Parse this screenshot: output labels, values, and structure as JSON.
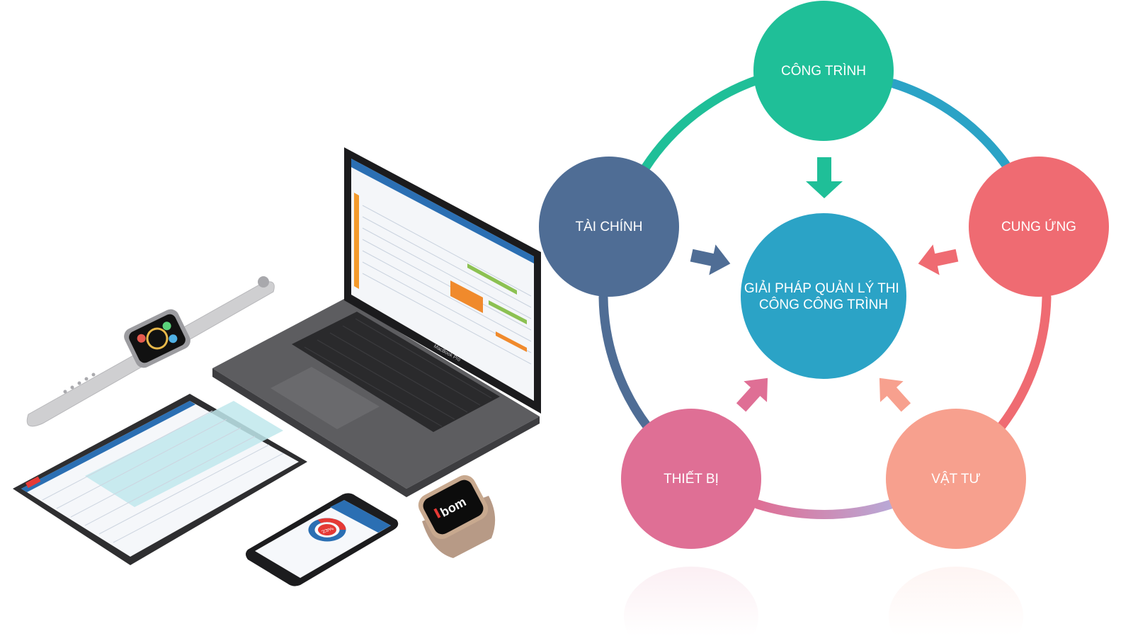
{
  "colors": {
    "cong_trinh": "#1fbf98",
    "tai_chinh": "#4f6d95",
    "cung_ung": "#ef6b72",
    "thiet_bi": "#df6f95",
    "vat_tu": "#f7a08e",
    "center": "#2ba3c6",
    "ring_top_left": "#1fbf98",
    "ring_top_right": "#2ba3c6",
    "ring_left": "#4f6d95",
    "ring_right": "#ef6b72",
    "ring_bottom": "#c59bc7"
  },
  "diagram": {
    "center_line1": "GIẢI PHÁP QUẢN LÝ THI",
    "center_line2": "CÔNG CÔNG TRÌNH",
    "nodes": [
      {
        "label": "CÔNG TRÌNH"
      },
      {
        "label": "TÀI CHÍNH"
      },
      {
        "label": "CUNG ỨNG"
      },
      {
        "label": "THIẾT BỊ"
      },
      {
        "label": "VẬT TƯ"
      }
    ]
  },
  "devices": {
    "brand_logo": "bom",
    "laptop_model": "MacBook Pro",
    "phone_gauge_value": "23%"
  }
}
